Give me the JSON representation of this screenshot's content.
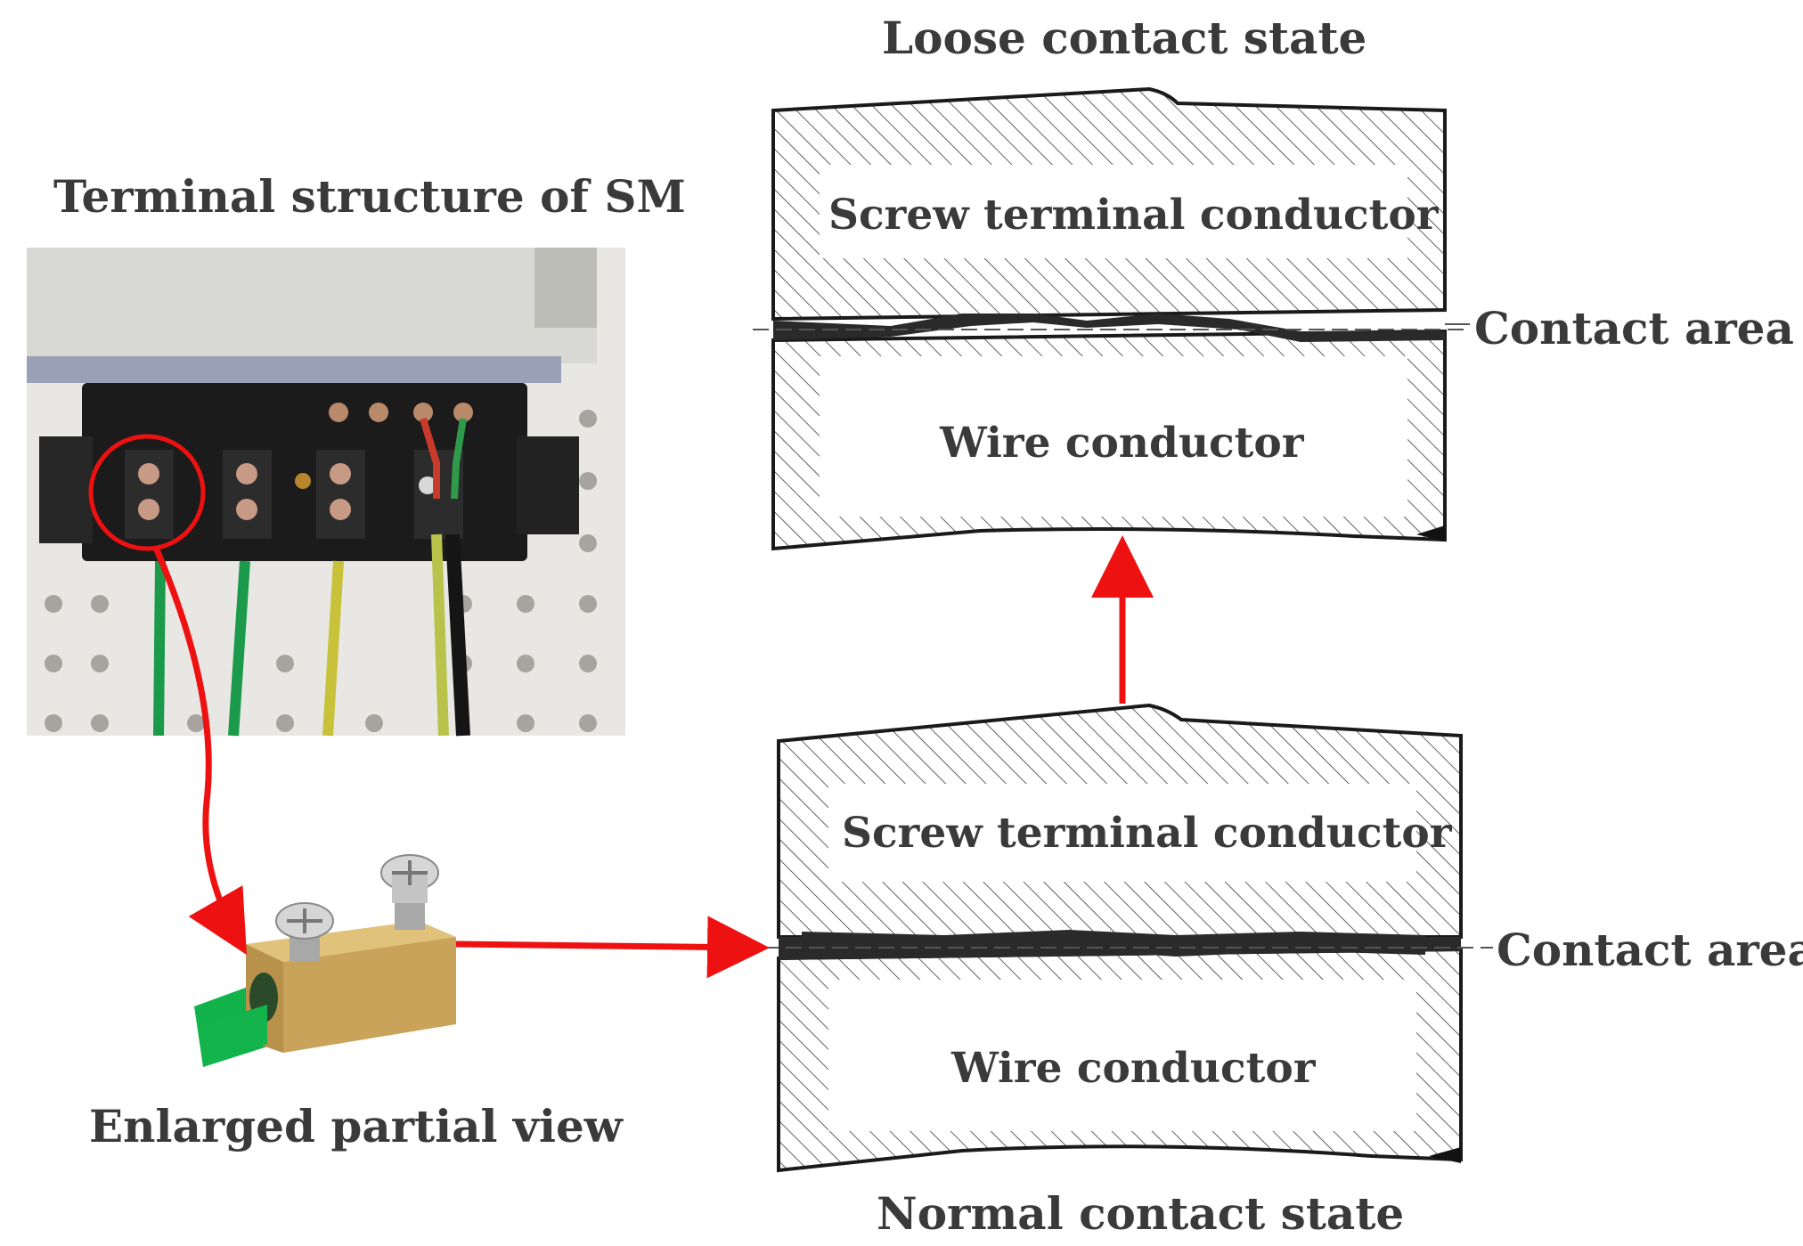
{
  "labels": {
    "photo_title": "Terminal structure of SM",
    "enlarged_caption": "Enlarged partial view",
    "loose_title": "Loose contact state",
    "normal_title": "Normal contact state",
    "loose_screw": "Screw terminal conductor",
    "loose_wire": "Wire conductor",
    "loose_contact": "Contact area",
    "normal_screw": "Screw terminal conductor",
    "normal_wire": "Wire conductor",
    "normal_contact": "Contact area"
  },
  "colors": {
    "arrow": "#ee1111",
    "text": "#3a3a3a",
    "line": "#1a1a1a",
    "brass": "#c9a35a",
    "wire_green": "#1a9a4a",
    "wire_yellow": "#c8c23a",
    "panel_black": "#1b1b1b"
  }
}
